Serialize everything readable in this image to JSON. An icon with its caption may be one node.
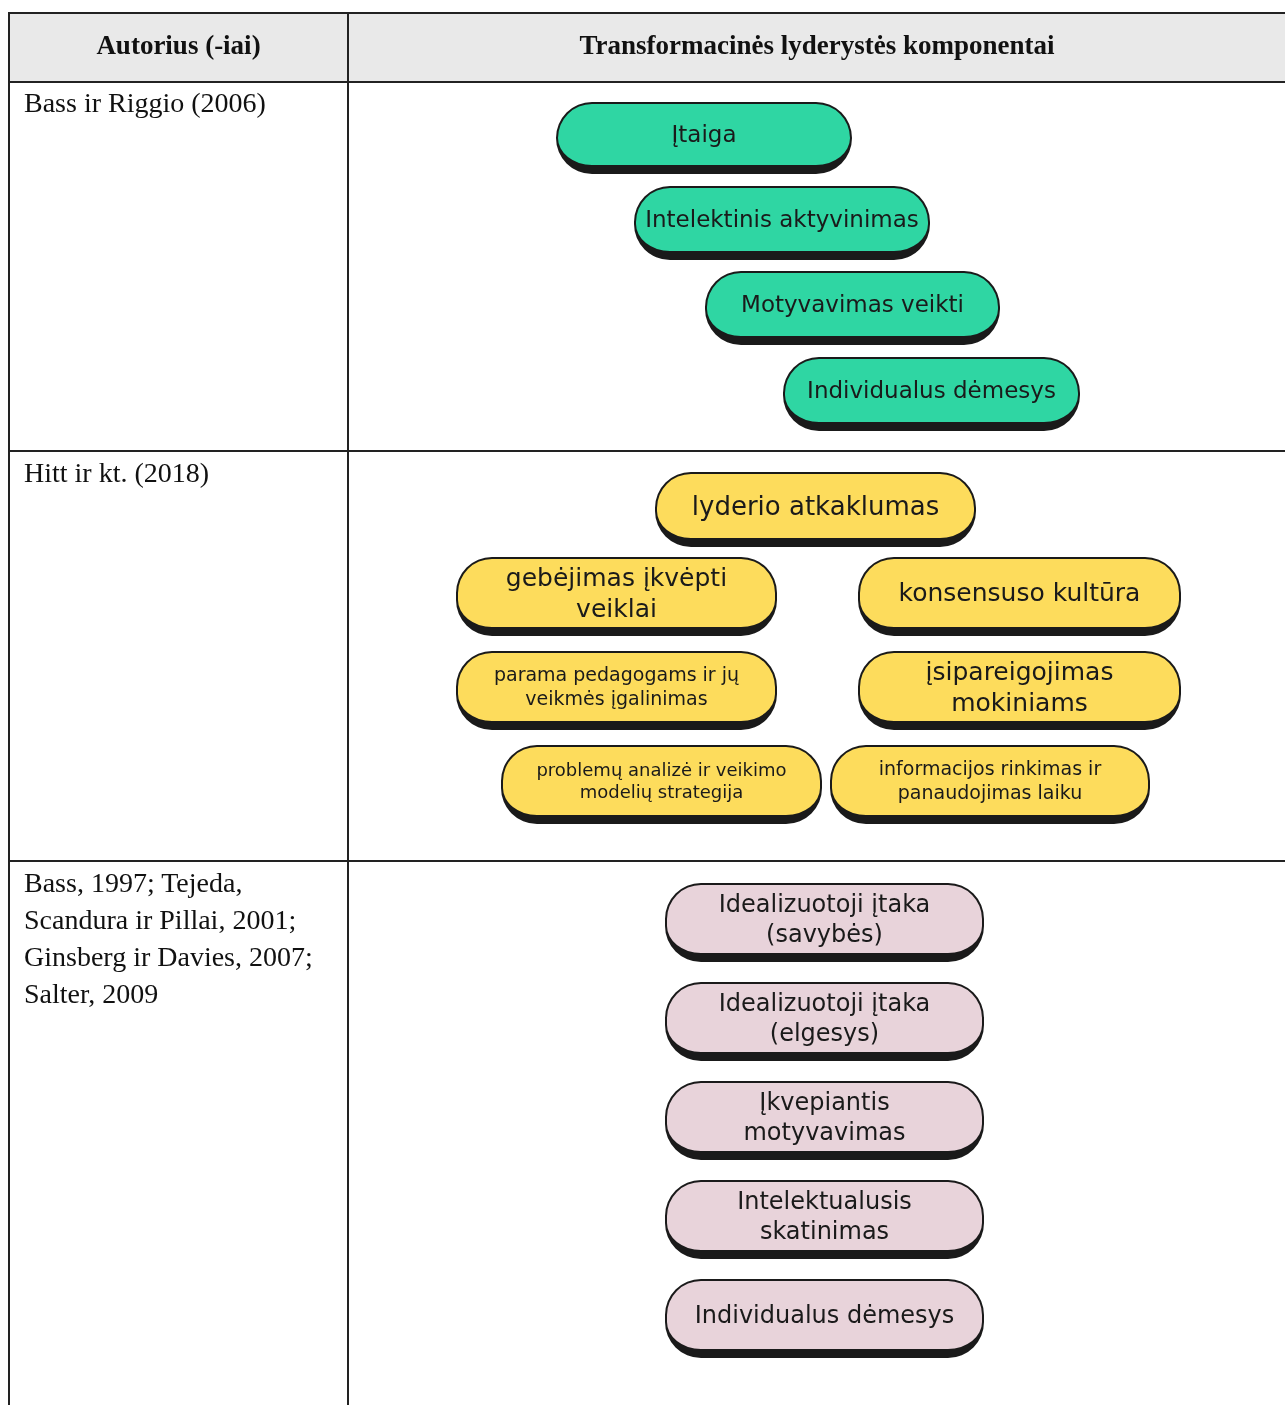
{
  "diagram": {
    "nodes": [
      {
        "text": [
          "Įtaiga"
        ]
      },
      {
        "text": [
          "Intelektinis aktyvinimas"
        ]
      },
      {
        "text": [
          "Motyvavimas veikti"
        ]
      },
      {
        "text": [
          "Individualus dėmesys"
        ]
      },
      {
        "text": [
          "lyderio atkaklumas"
        ]
      },
      {
        "text": [
          "gebėjimas įkvėpti veiklai"
        ]
      },
      {
        "text": [
          "konsensuso kultūra"
        ]
      },
      {
        "text": [
          "parama pedagogams ir jų veikmės įgalinimas"
        ]
      },
      {
        "text": [
          "įsipareigojimas mokiniams"
        ]
      },
      {
        "text": [
          "problemų analizė ir veikimo modelių strategija"
        ]
      },
      {
        "text": [
          "informacijos rinkimas ir panaudojimas laiku"
        ]
      },
      {
        "text": [
          "Idealizuotoji įtaka (savybės)"
        ]
      },
      {
        "text": [
          "Idealizuotoji įtaka (elgesys)"
        ]
      },
      {
        "text": [
          "Įkvepiantis motyvavimas"
        ]
      },
      {
        "text": [
          "Intelektualusis skatinimas"
        ]
      },
      {
        "text": [
          "Individualus dėmesys"
        ]
      }
    ],
    "edges": [],
    "labels": [
      "Autorius (-iai)",
      "Transformacinės lyderystės komponentai",
      "Bass ir Riggio (2006)",
      "Hitt ir kt. (2018)",
      "Bass, 1997; Tejeda, Scandura ir Pillai, 2001; Ginsberg ir Davies, 2007; Salter, 2009"
    ]
  }
}
